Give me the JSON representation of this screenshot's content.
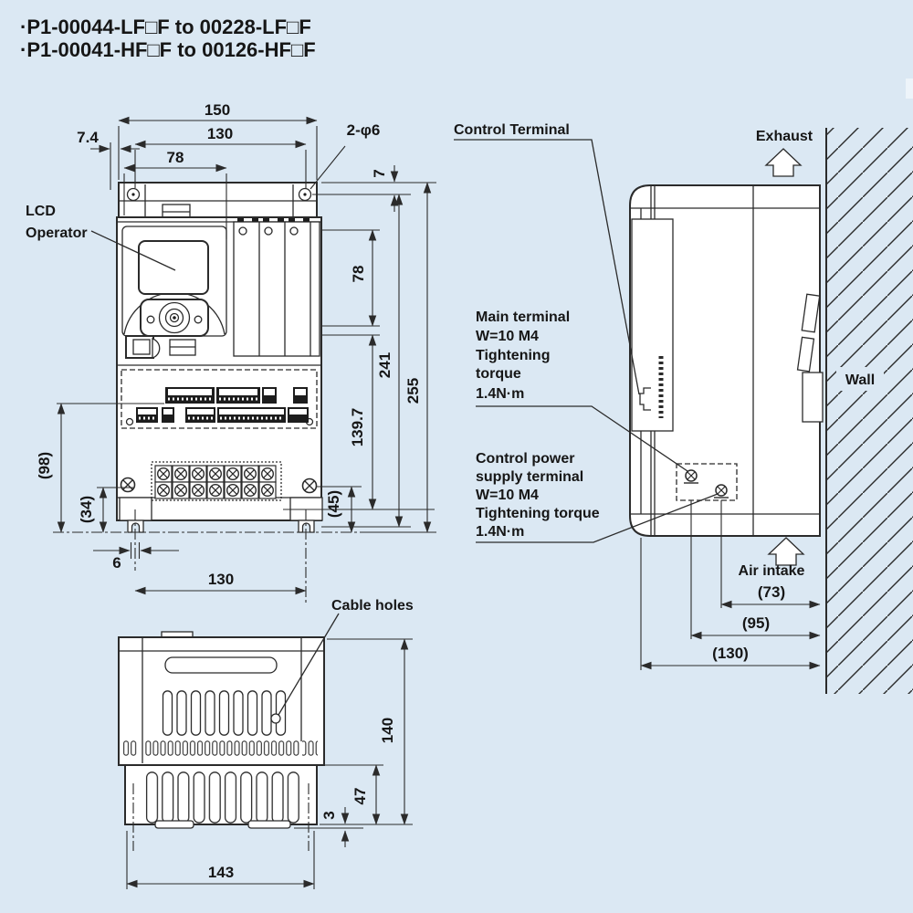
{
  "title": {
    "line1": "·P1-00044-LF□F to 00228-LF□F",
    "line2": "·P1-00041-HF□F to 00126-HF□F"
  },
  "labels": {
    "lcd1": "LCD",
    "lcd2": "Operator",
    "control_terminal": "Control Terminal",
    "exhaust": "Exhaust",
    "wall": "Wall",
    "air_intake": "Air intake",
    "cable_holes": "Cable holes",
    "main_terminal": [
      "Main terminal",
      "W=10 M4",
      "Tightening",
      "torque",
      "1.4N·m"
    ],
    "control_power": [
      "Control power",
      "supply terminal",
      "W=10 M4",
      "Tightening  torque",
      "1.4N·m"
    ]
  },
  "front_view": {
    "dims": {
      "overall_width": "150",
      "mount_hole_spacing": "130",
      "operator_offset": "78",
      "edge_offset": "7.4",
      "mount_holes": "2-φ6",
      "top_margin": "7",
      "upper_height": "78",
      "mid_height": "241",
      "overall_height": "255",
      "lower_height": "139.7",
      "bottom_ref": "(45)",
      "left_ref_a": "(98)",
      "left_ref_b": "(34)",
      "slot_width": "6",
      "bottom_hole_spacing": "130"
    }
  },
  "side_view": {
    "dims": {
      "depth_a": "(73)",
      "depth_b": "(95)",
      "depth_c": "(130)"
    }
  },
  "bottom_view": {
    "dims": {
      "depth": "140",
      "lower_depth": "47",
      "foot_height": "3",
      "overall_depth": "143"
    }
  }
}
